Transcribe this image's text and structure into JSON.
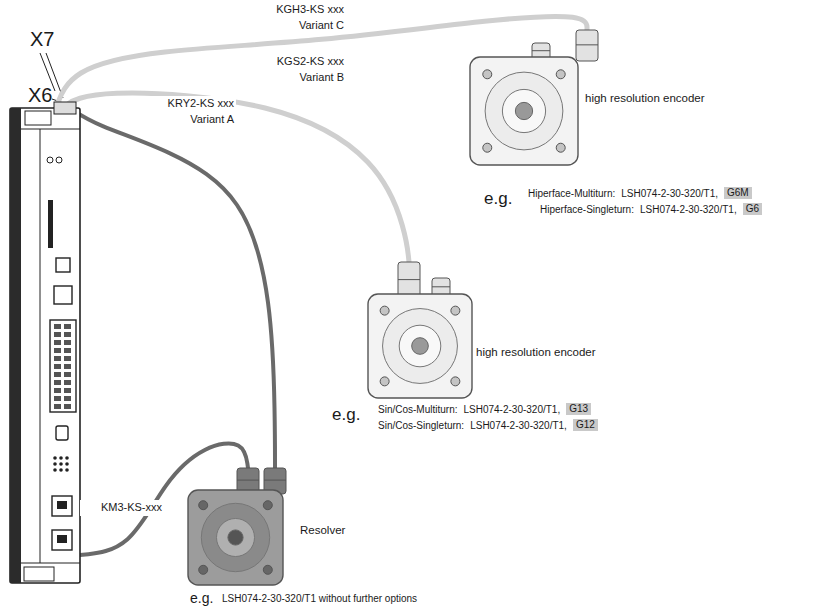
{
  "diagram": {
    "nodes": [
      {
        "text": [
          "X7",
          "X6"
        ]
      },
      {
        "text": [
          "high resolution encoder"
        ]
      },
      {
        "text": [
          "high resolution encoder"
        ]
      },
      {
        "text": [
          "Resolver"
        ]
      }
    ],
    "edges": [
      {
        "from": 0,
        "to": 1,
        "arrow": "none",
        "label": "KGH3-KS xxx Variant C"
      },
      {
        "from": 0,
        "to": 2,
        "arrow": "none",
        "label": "KGS2-KS xxx Variant B"
      },
      {
        "from": 0,
        "to": 3,
        "arrow": "none",
        "label": "KRY2-KS xxx Variant A"
      },
      {
        "from": 0,
        "to": 3,
        "arrow": "none",
        "label": "KM3-KS-xxx"
      }
    ],
    "labels": [
      "e.g.",
      "Hiperface-Multiturn:",
      "LSH074-2-30-320/T1,",
      "G6M",
      "Hiperface-Singleturn:",
      "LSH074-2-30-320/T1,",
      "G6",
      "e.g.",
      "Sin/Cos-Multiturn:",
      "LSH074-2-30-320/T1,",
      "G13",
      "Sin/Cos-Singleturn:",
      "LSH074-2-30-320/T1,",
      "G12",
      "e.g.",
      "LSH074-2-30-320/T1 without further options"
    ]
  }
}
